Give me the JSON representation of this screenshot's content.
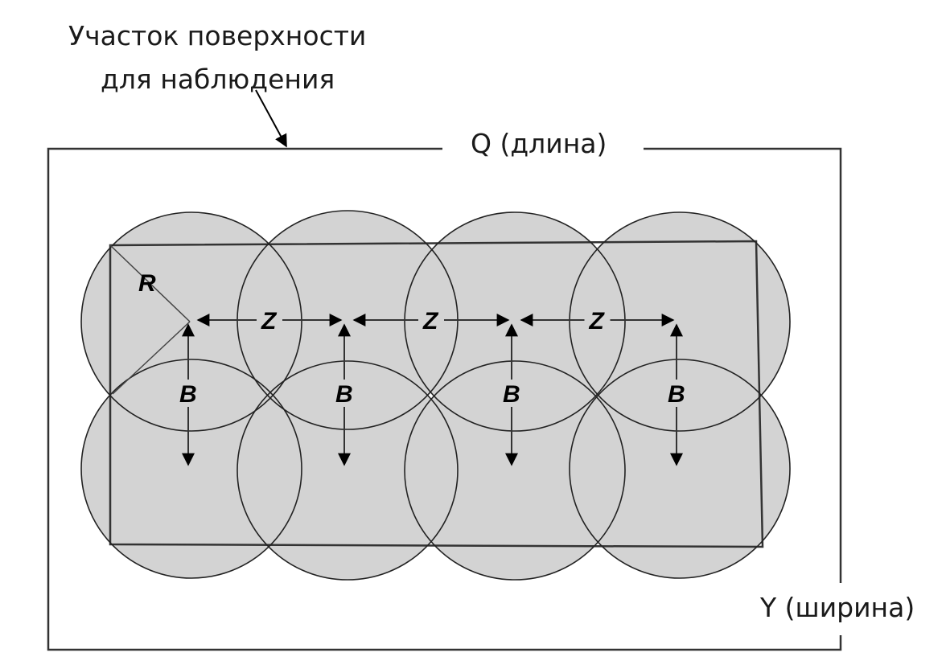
{
  "labels": {
    "area_line1": "Участок поверхности",
    "area_line2": "для наблюдения",
    "length": "Q (длина)",
    "width": "Y (ширина)",
    "radius": "R",
    "spacing": "Z",
    "row_offset": "B"
  },
  "colors": {
    "circle_fill": "#d3d3d3",
    "stroke": "#222222"
  },
  "layout_grid": {
    "rows": 2,
    "columns": 4
  }
}
